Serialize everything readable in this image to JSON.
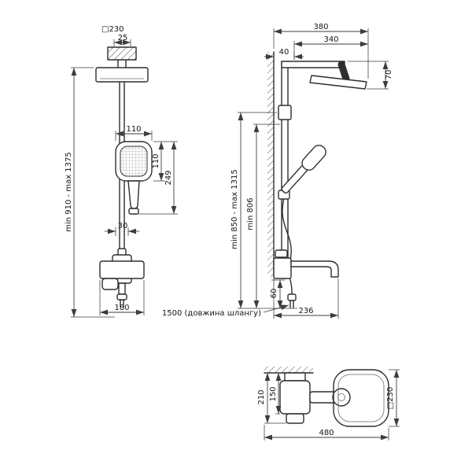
{
  "drawing": {
    "front_view": {
      "head_size": "□230",
      "head_offset": "25",
      "height_range": "min 910 - max 1375",
      "handset_width": "110",
      "handset_height": "110",
      "handset_length": "249",
      "rail_width": "30",
      "mixer_width": "180"
    },
    "side_view": {
      "total_depth": "380",
      "head_depth": "340",
      "wall_offset": "40",
      "head_drop": "70",
      "column_height_range": "min 850 - max 1315",
      "rail_height": "min 806",
      "spout_drop": "60",
      "spout_reach": "236",
      "hose_length": "1500 (довжина шлангу)"
    },
    "top_view": {
      "total_depth": "210",
      "body_depth": "150",
      "head_size": "□230",
      "total_width": "480"
    }
  }
}
